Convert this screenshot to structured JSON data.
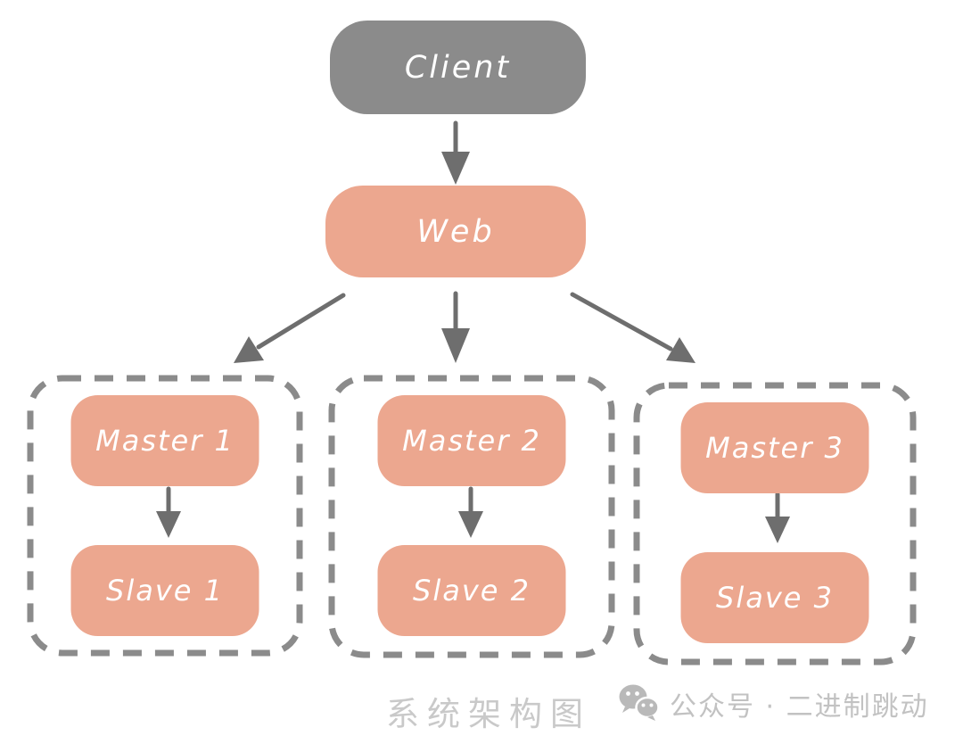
{
  "diagram": {
    "client_label": "Client",
    "web_label": "Web",
    "groups": [
      {
        "master_label": "Master 1",
        "slave_label": "Slave 1"
      },
      {
        "master_label": "Master 2",
        "slave_label": "Slave 2"
      },
      {
        "master_label": "Master 3",
        "slave_label": "Slave 3"
      }
    ],
    "colors": {
      "client_box": "#8b8b8b",
      "service_box": "#eca78f",
      "group_border": "#8b8b8b",
      "arrow": "#6e6e6e",
      "node_text": "#ffffff",
      "footer_text": "#c9c9c9"
    }
  },
  "footer": {
    "caption": "系统架构图",
    "wechat_icon": "wechat-icon",
    "watermark": "公众号 · 二进制跳动"
  }
}
